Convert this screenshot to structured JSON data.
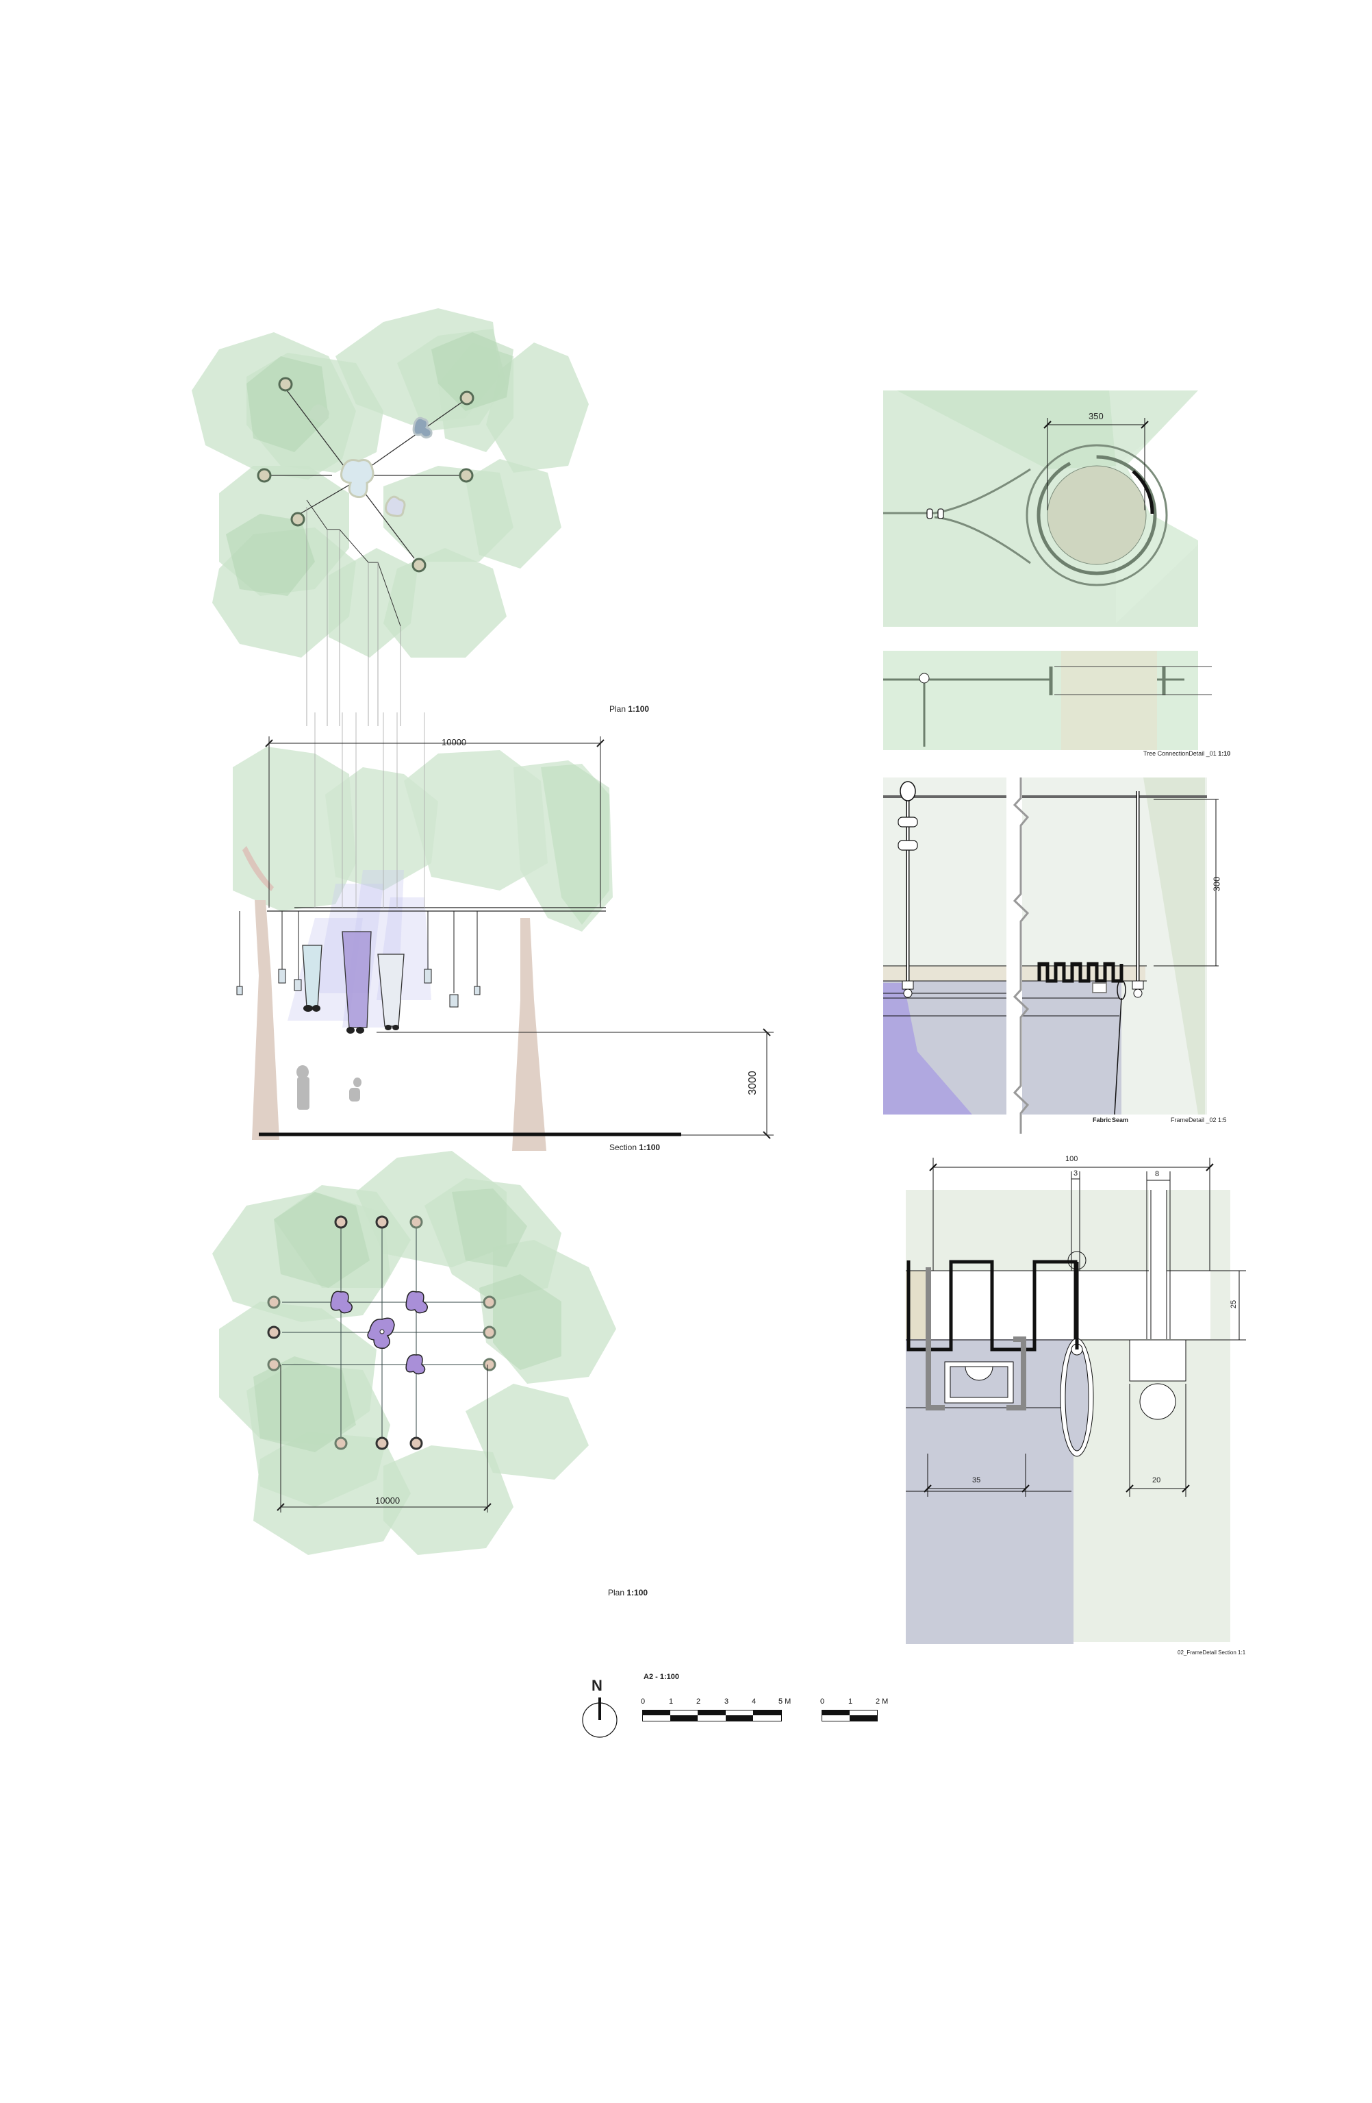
{
  "sheet": {
    "sheet_scale": "A2 - 1:100",
    "north_label": "N"
  },
  "plan_top": {
    "caption_prefix": "Plan",
    "caption_scale": "1:100"
  },
  "section": {
    "caption_prefix": "Section",
    "caption_scale": "1:100",
    "span_dim": "10000",
    "height_dim": "3000"
  },
  "plan_bottom": {
    "caption_prefix": "Plan",
    "caption_scale": "1:100",
    "span_dim": "10000"
  },
  "detail_tree_connection": {
    "dim": "350",
    "caption_prefix": "Tree ConnectionDetail _01",
    "caption_scale": "1:10"
  },
  "detail_frame": {
    "dim": "300",
    "label_fabric": "Fabric",
    "label_seam": "Seam",
    "caption": "FrameDetail _02 1:5"
  },
  "detail_frame_section": {
    "dim_overall": "100",
    "dim_wire": "3",
    "dim_rod": "8",
    "dim_height": "25",
    "dim_clip": "35",
    "dim_ball": "20",
    "caption": "02_FrameDetail Section 1:1"
  },
  "scalebars": {
    "large": {
      "ticks": [
        "0",
        "1",
        "2",
        "3",
        "4",
        "5 M"
      ]
    },
    "small": {
      "ticks": [
        "0",
        "1",
        "2 M"
      ]
    }
  },
  "colors": {
    "canopy": "#cfe6cf",
    "canopy_dark": "#b9dab9",
    "fabric_purple": "#a99ad8",
    "fabric_grey": "#c9ccd9",
    "trunk": "#e0d0c6",
    "detail_bg": "#e9efe6"
  }
}
